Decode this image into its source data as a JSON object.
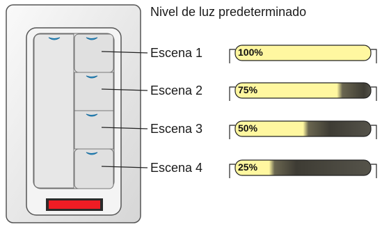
{
  "header": {
    "title": "Nivel de luz predeterminado"
  },
  "scenes": [
    {
      "label": "Escena  1",
      "level_text": "100%",
      "level": 1.0
    },
    {
      "label": "Escena  2",
      "level_text": "75%",
      "level": 0.75
    },
    {
      "label": "Escena  3",
      "level_text": "50%",
      "level": 0.5
    },
    {
      "label": "Escena  4",
      "level_text": "25%",
      "level": 0.25
    }
  ],
  "colors": {
    "bar_bright": "#fff7a0",
    "bar_dark": "#3e3c34",
    "led": "#3aa6e0",
    "indicator": "#ee1c24",
    "plate_outline": "#555555",
    "button_fill": "#dcdcdc"
  }
}
